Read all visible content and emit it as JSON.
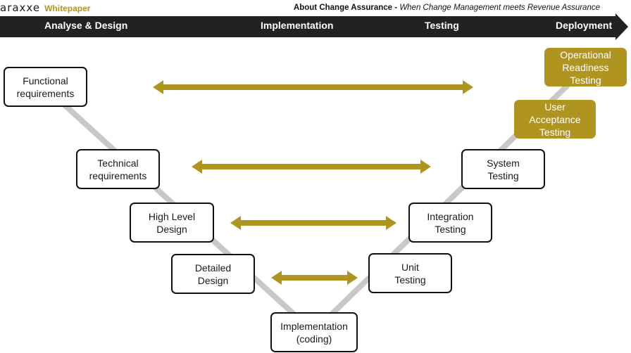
{
  "header": {
    "logo_text": "araxxe",
    "tag": "Whitepaper",
    "title_bold": "About Change Assurance -",
    "title_italic": "When Change Management meets Revenue Assurance"
  },
  "phases": [
    "Analyse & Design",
    "Implementation",
    "Testing",
    "Deployment"
  ],
  "left_side": [
    "Functional\nrequirements",
    "Technical\nrequirements",
    "High Level\nDesign",
    "Detailed\nDesign"
  ],
  "bottom": "Implementation\n(coding)",
  "right_side": [
    "Unit\nTesting",
    "Integration\nTesting",
    "System\nTesting",
    "User\nAcceptance\nTesting",
    "Operational\nReadiness\nTesting"
  ],
  "colors": {
    "gold": "#b09420",
    "phase_bar": "#222222",
    "connector": "#c8c8c8",
    "box_border": "#111111"
  }
}
